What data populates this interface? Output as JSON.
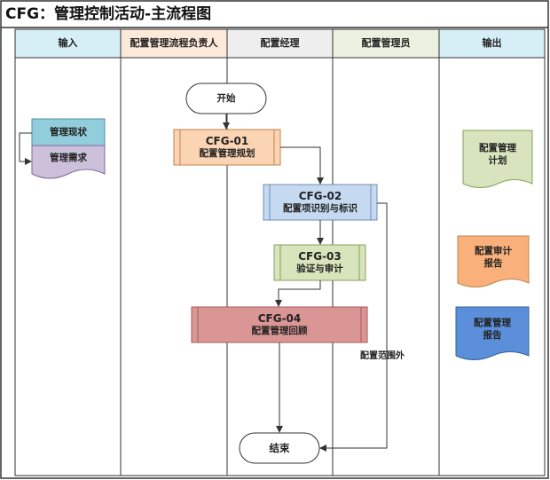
{
  "title": "CFG：管理控制活动-主流程图",
  "lanes": [
    "输入",
    "配置管理流程负责人",
    "配置经理",
    "配置管理员",
    "输出"
  ],
  "start_label": "开始",
  "end_label": "结束",
  "inputs": {
    "current": "管理现状",
    "need": "管理需求"
  },
  "steps": [
    {
      "code": "CFG-01",
      "name": "配置管理规划"
    },
    {
      "code": "CFG-02",
      "name": "配置项识别与标识"
    },
    {
      "code": "CFG-03",
      "name": "验证与审计"
    },
    {
      "code": "CFG-04",
      "name": "配置管理回顾"
    }
  ],
  "out_of_scope_label": "配置范围外",
  "outputs": [
    {
      "name": "配置管理计划",
      "line1": "配置管理",
      "line2": "计划"
    },
    {
      "name": "配置审计报告",
      "line1": "配置审计",
      "line2": "报告"
    },
    {
      "name": "配置管理报告",
      "line1": "配置管理",
      "line2": "报告"
    }
  ],
  "colors": {
    "lane_header_input": "#d6eef6",
    "lane_header_owner": "#fde9d9",
    "lane_header_manager": "#eeeeee",
    "lane_header_admin": "#ebf1de",
    "lane_header_output": "#d6eef6",
    "step1": "#fbd4b4",
    "step2": "#c5d9f1",
    "step3": "#d8e4bc",
    "step4": "#da9694",
    "input_current": "#92cddc",
    "input_need": "#ccc0da",
    "output_plan": "#d7e4bd",
    "output_audit": "#fab07a",
    "output_report": "#5b8fd9"
  }
}
